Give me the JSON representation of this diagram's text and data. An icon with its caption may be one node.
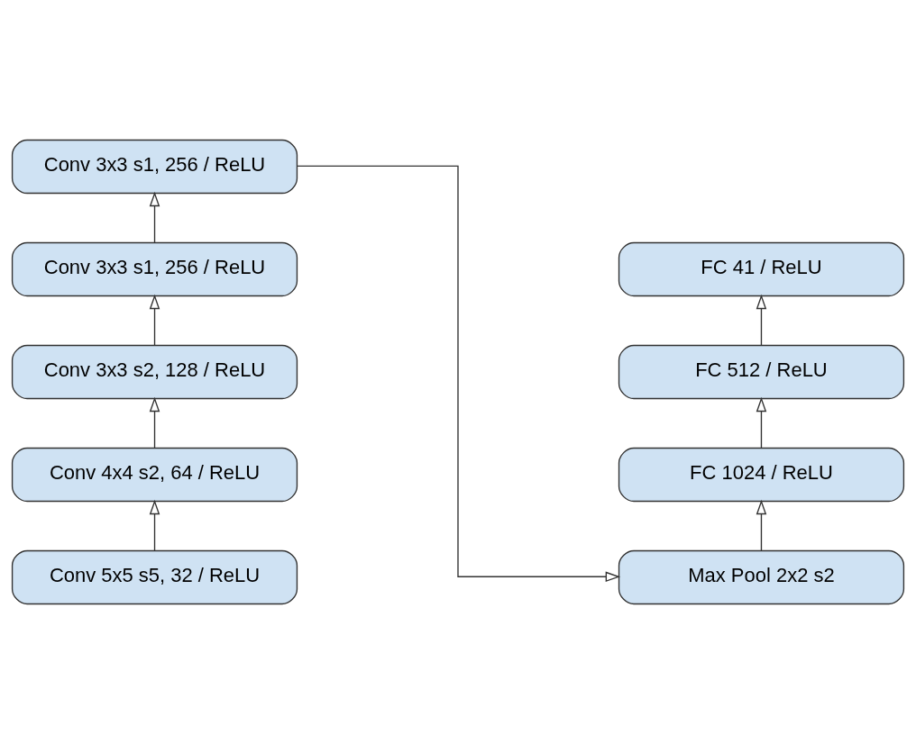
{
  "diagram": {
    "nodes": [
      {
        "text": [
          "Conv 5x5 s5, 32 / ReLU"
        ]
      },
      {
        "text": [
          "Conv 4x4 s2, 64 / ReLU"
        ]
      },
      {
        "text": [
          "Conv 3x3 s2, 128 / ReLU"
        ]
      },
      {
        "text": [
          "Conv 3x3 s1, 256 / ReLU"
        ]
      },
      {
        "text": [
          "Conv 3x3 s1, 256 / ReLU"
        ]
      },
      {
        "text": [
          "Max Pool 2x2 s2"
        ]
      },
      {
        "text": [
          "FC 1024 / ReLU"
        ]
      },
      {
        "text": [
          "FC 512 / ReLU"
        ]
      },
      {
        "text": [
          "FC 41 / ReLU"
        ]
      }
    ],
    "edges": [
      {
        "from": 0,
        "to": 1,
        "arrow": "to"
      },
      {
        "from": 1,
        "to": 2,
        "arrow": "to"
      },
      {
        "from": 2,
        "to": 3,
        "arrow": "to"
      },
      {
        "from": 3,
        "to": 4,
        "arrow": "to"
      },
      {
        "from": 4,
        "to": 5,
        "arrow": "to"
      },
      {
        "from": 5,
        "to": 6,
        "arrow": "to"
      },
      {
        "from": 6,
        "to": 7,
        "arrow": "to"
      },
      {
        "from": 7,
        "to": 8,
        "arrow": "to"
      }
    ]
  }
}
